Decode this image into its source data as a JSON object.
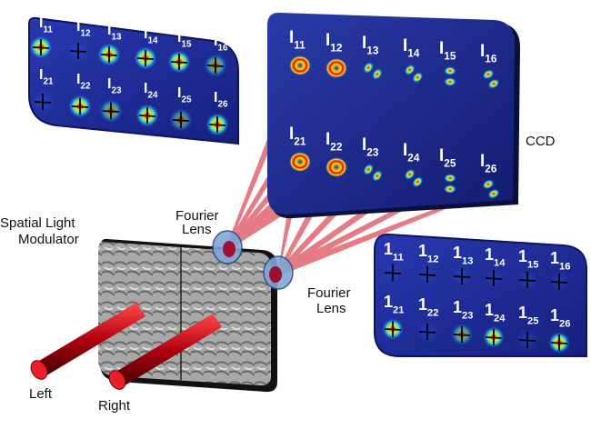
{
  "labels": {
    "ccd": "CCD",
    "slm_line1": "Spatial Light",
    "slm_line2": "Modulator",
    "lens1_line1": "Fourier",
    "lens1_line2": "Lens",
    "lens2_line1": "Fourier",
    "lens2_line2": "Lens",
    "left": "Left",
    "right": "Right"
  },
  "panels": {
    "top_left": {
      "prefix": "I",
      "row1": [
        "11",
        "12",
        "13",
        "14",
        "15",
        "16"
      ],
      "row2": [
        "21",
        "22",
        "23",
        "24",
        "25",
        "26"
      ]
    },
    "ccd": {
      "prefix": "I",
      "row1": [
        "11",
        "12",
        "13",
        "14",
        "15",
        "16"
      ],
      "row2": [
        "21",
        "22",
        "23",
        "24",
        "25",
        "26"
      ]
    },
    "bottom_right": {
      "prefix": "1",
      "row1": [
        "11",
        "12",
        "13",
        "14",
        "15",
        "16"
      ],
      "row2": [
        "21",
        "22",
        "23",
        "24",
        "25",
        "26"
      ]
    }
  },
  "colors": {
    "panel": "#1c2a9c",
    "beam": "#c8102e",
    "slm": "#9a9a9a"
  }
}
